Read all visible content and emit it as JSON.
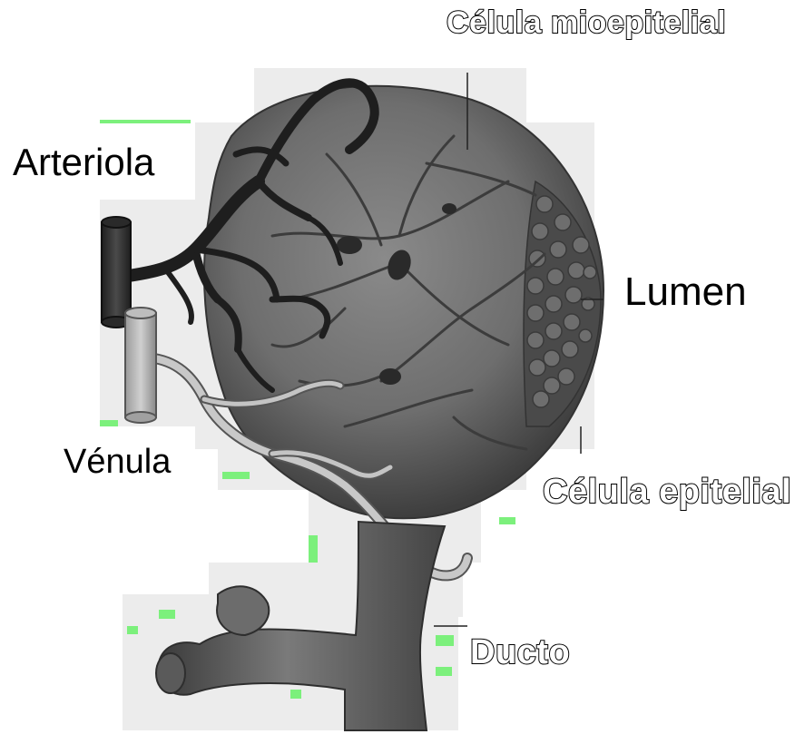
{
  "labels": {
    "celula_mioepitelial": "Célula mioepitelial",
    "arteriola": "Arteriola",
    "lumen": "Lumen",
    "venula": "Vénula",
    "celula_epitelial": "Célula epitelial",
    "ducto": "Ducto"
  },
  "colors": {
    "background": "#ffffff",
    "illustration_dark": "#3a3a3a",
    "illustration_mid": "#7a7a7a",
    "illustration_light": "#b5b5b5",
    "artifact_green": "#7cf07c"
  }
}
